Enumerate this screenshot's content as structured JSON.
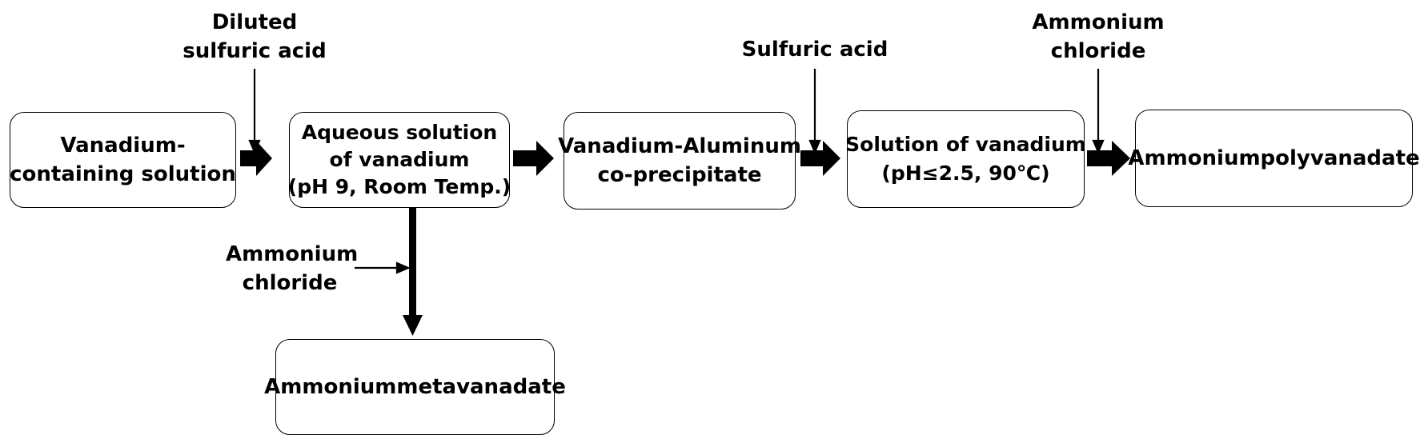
{
  "boxes": {
    "vanadium_containing": [
      "Vanadium-",
      "containing solution"
    ],
    "aqueous_solution": [
      "Aqueous solution",
      "of vanadium",
      "(pH 9, Room Temp.)"
    ],
    "vanadium_aluminum": [
      "Vanadium-Aluminum",
      "co-precipitate"
    ],
    "solution_of_vanadium": [
      "Solution of vanadium",
      "(pH≤2.5, 90℃)"
    ],
    "ammoniumpolyvanadate": [
      "Ammoniumpolyvanadate"
    ],
    "ammoniummetavanadate": [
      "Ammoniummetavanadate"
    ]
  },
  "inputs": {
    "diluted_sulfuric_acid": [
      "Diluted",
      "sulfuric acid"
    ],
    "sulfuric_acid": [
      "Sulfuric acid"
    ],
    "ammonium_chloride_top": [
      "Ammonium",
      "chloride"
    ],
    "ammonium_chloride_side": [
      "Ammonium",
      "chloride"
    ]
  }
}
